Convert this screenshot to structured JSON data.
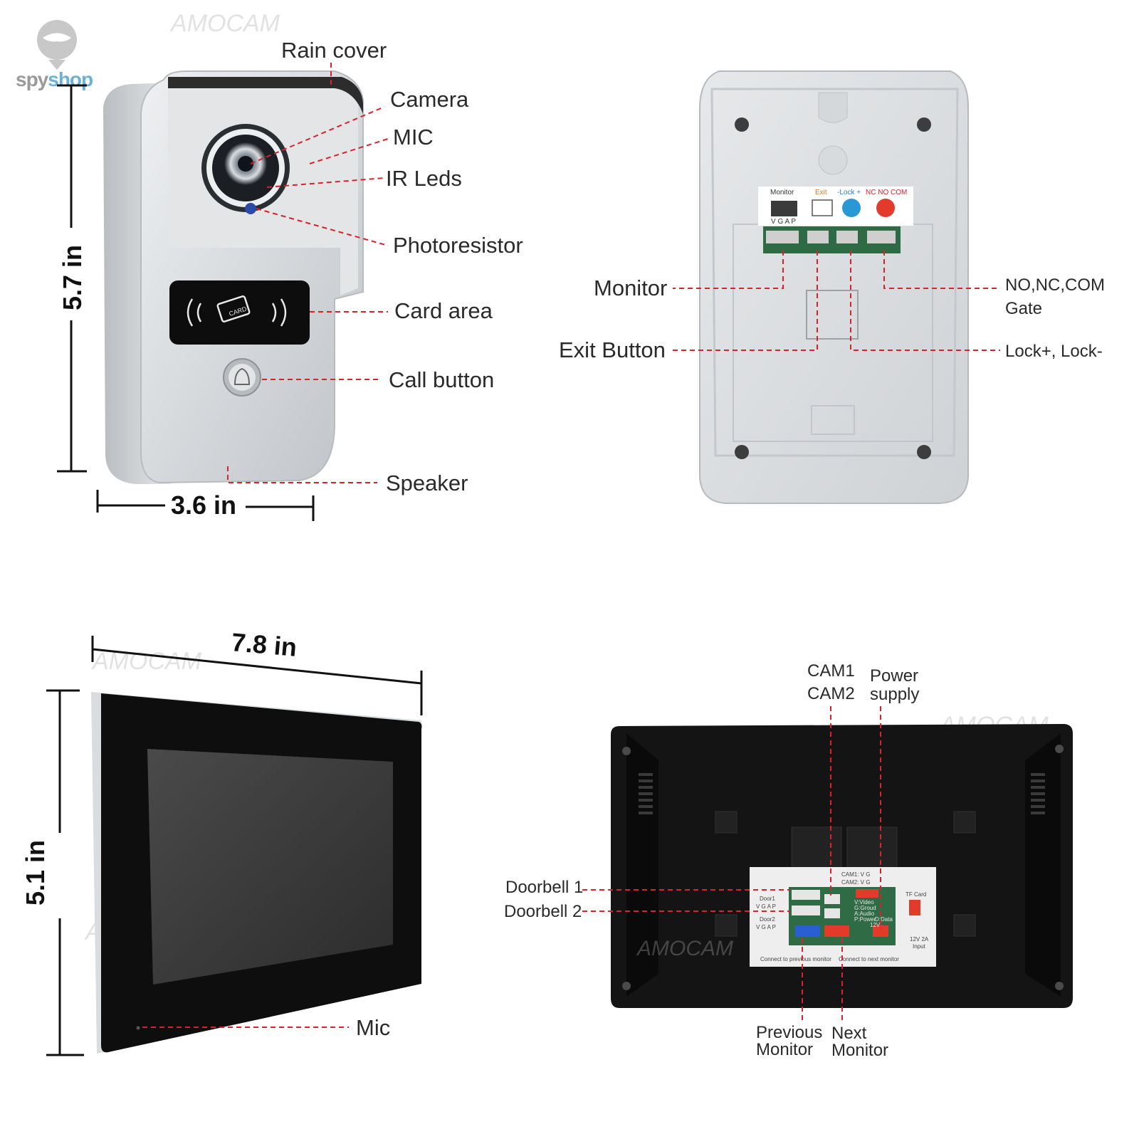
{
  "brand": {
    "logo_text_a": "spy",
    "logo_text_b": "shop",
    "watermark": "AMOCAM"
  },
  "doorbell_front": {
    "labels": {
      "rain_cover": "Rain cover",
      "camera": "Camera",
      "mic": "MIC",
      "ir_leds": "IR Leds",
      "photoresistor": "Photoresistor",
      "card_area": "Card area",
      "call_button": "Call button",
      "speaker": "Speaker"
    },
    "height_dim": "5.7 in",
    "width_dim": "3.6 in",
    "card_text": "CARD"
  },
  "doorbell_back": {
    "labels": {
      "monitor": "Monitor",
      "exit_button": "Exit Button",
      "no_nc_com": "NO,NC,COM",
      "gate": "Gate",
      "lock": "Lock+, Lock-"
    },
    "terminal_labels": {
      "monitor": "Monitor",
      "exit": "Exit",
      "lock": "-Lock +",
      "nc_no_com": "NC NO COM",
      "vgap": "V G A P"
    }
  },
  "monitor_front": {
    "width_dim": "7.8 in",
    "height_dim": "5.1 in",
    "mic_label": "Mic"
  },
  "monitor_back": {
    "labels": {
      "cam1": "CAM1",
      "cam2": "CAM2",
      "power_supply_1": "Power",
      "power_supply_2": "supply",
      "doorbell1": "Doorbell 1",
      "doorbell2": "Doorbell 2",
      "previous_1": "Previous",
      "previous_2": "Monitor",
      "next_1": "Next",
      "next_2": "Monitor"
    },
    "panel_text": {
      "cam1": "CAM1:  V  G",
      "cam2": "CAM2:  V  G",
      "door1": "Door1",
      "door2": "Door2",
      "vgap": "V G A P",
      "legend1": "V:Video",
      "legend2": "G:Groud",
      "legend3": "A:Audio",
      "legend4": "P:Power",
      "legend5": "D:Data",
      "v12": "12V",
      "tf_card": "TF Card",
      "input1": "12V 2A",
      "input2": "Input",
      "prev": "Connect to previous monitor",
      "next": "Connect to next monitor"
    }
  },
  "colors": {
    "leader": "#d8232a",
    "silver": "#c9cdd1",
    "black_panel": "#141414",
    "pcb": "#2f6b45"
  }
}
